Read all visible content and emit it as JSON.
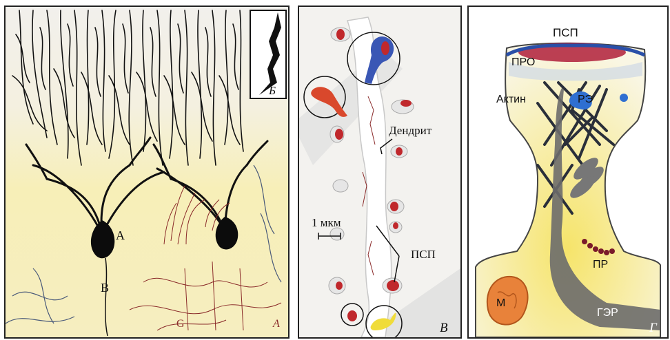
{
  "panelA": {
    "label_A": "A",
    "label_B": "B",
    "label_G": "G",
    "label_A_corner": "A",
    "inset_label": "Б"
  },
  "panelV": {
    "label_dendrite": "Дендрит",
    "label_scale": "1 мкм",
    "label_psp": "ПСП",
    "panel_letter": "В"
  },
  "panelG": {
    "label_psp": "ПСП",
    "label_pro": "ПРО",
    "label_actin": "Актин",
    "label_re": "РЭ",
    "label_pr": "ПР",
    "label_m": "М",
    "label_ger": "ГЭР",
    "panel_letter": "Г"
  },
  "colors": {
    "neuron": "#111111",
    "axon_red": "#7a1a1a",
    "blue_fibers": "#3a4a6a",
    "psp_red": "#c0282c",
    "spine_blue": "#3a57b5",
    "yellow_bg": "#f7efb8",
    "mito_orange": "#e8823a",
    "ger_gray": "#6b6b6b"
  }
}
